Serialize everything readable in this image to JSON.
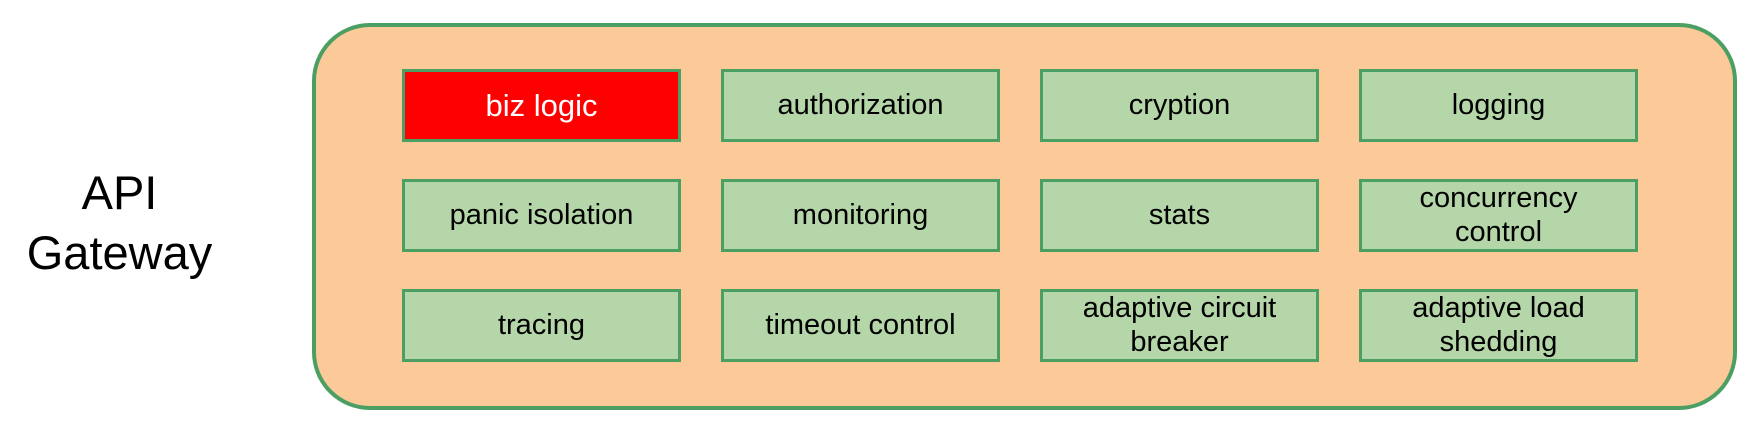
{
  "diagram": {
    "title": "API Gateway",
    "container": {
      "fill_color": "#fcca98",
      "border_color": "#4c9f62"
    },
    "modules": [
      {
        "label": "biz logic",
        "highlighted": true,
        "fill_color": "#ff0000",
        "text_color": "#ffffff"
      },
      {
        "label": "authorization",
        "highlighted": false,
        "fill_color": "#b5d6a8",
        "text_color": "#000000"
      },
      {
        "label": "cryption",
        "highlighted": false,
        "fill_color": "#b5d6a8",
        "text_color": "#000000"
      },
      {
        "label": "logging",
        "highlighted": false,
        "fill_color": "#b5d6a8",
        "text_color": "#000000"
      },
      {
        "label": "panic isolation",
        "highlighted": false,
        "fill_color": "#b5d6a8",
        "text_color": "#000000"
      },
      {
        "label": "monitoring",
        "highlighted": false,
        "fill_color": "#b5d6a8",
        "text_color": "#000000"
      },
      {
        "label": "stats",
        "highlighted": false,
        "fill_color": "#b5d6a8",
        "text_color": "#000000"
      },
      {
        "label": "concurrency control",
        "highlighted": false,
        "fill_color": "#b5d6a8",
        "text_color": "#000000"
      },
      {
        "label": "tracing",
        "highlighted": false,
        "fill_color": "#b5d6a8",
        "text_color": "#000000"
      },
      {
        "label": "timeout control",
        "highlighted": false,
        "fill_color": "#b5d6a8",
        "text_color": "#000000"
      },
      {
        "label": "adaptive circuit breaker",
        "highlighted": false,
        "fill_color": "#b5d6a8",
        "text_color": "#000000"
      },
      {
        "label": "adaptive load shedding",
        "highlighted": false,
        "fill_color": "#b5d6a8",
        "text_color": "#000000"
      }
    ]
  }
}
